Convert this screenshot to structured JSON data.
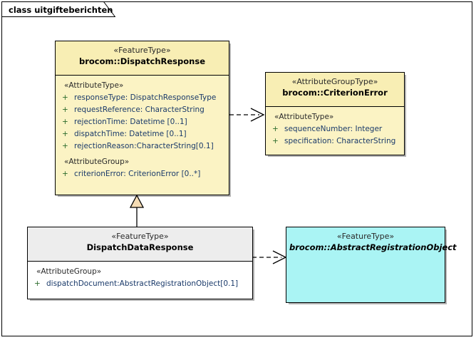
{
  "diagram": {
    "title": "class uitgifteberichten",
    "background": "#ffffff",
    "frame_border_color": "#000000"
  },
  "classes": [
    {
      "id": "dispatch-response",
      "stereotype": "«FeatureType»",
      "name": "brocom::DispatchResponse",
      "abstract": false,
      "fill": "#fbf3c4",
      "compartments": [
        {
          "group": "«AttributeType»",
          "attributes": [
            {
              "visibility": "+",
              "text": "responseType: DispatchResponseType"
            },
            {
              "visibility": "+",
              "text": "requestReference: CharacterString"
            },
            {
              "visibility": "+",
              "text": "rejectionTime: Datetime [0..1]"
            },
            {
              "visibility": "+",
              "text": "dispatchTime: Datetime [0..1]"
            },
            {
              "visibility": "+",
              "text": "rejectionReason:CharacterString[0.1]"
            }
          ]
        },
        {
          "group": "«AttributeGroup»",
          "attributes": [
            {
              "visibility": "+",
              "text": "criterionError: CriterionError [0..*]"
            }
          ]
        }
      ]
    },
    {
      "id": "criterion-error",
      "stereotype": "«AttributeGroupType»",
      "name": "brocom::CriterionError",
      "abstract": false,
      "fill": "#fbf3c4",
      "compartments": [
        {
          "group": "«AttributeType»",
          "attributes": [
            {
              "visibility": "+",
              "text": "sequenceNumber: Integer"
            },
            {
              "visibility": "+",
              "text": "specification: CharacterString"
            }
          ]
        }
      ]
    },
    {
      "id": "dispatch-data-response",
      "stereotype": "«FeatureType»",
      "name": "DispatchDataResponse",
      "abstract": false,
      "fill": "#ffffff",
      "compartments": [
        {
          "group": "«AttributeGroup»",
          "attributes": [
            {
              "visibility": "+",
              "text": "dispatchDocument:AbstractRegistrationObject[0.1]"
            }
          ]
        }
      ]
    },
    {
      "id": "abstract-registration-object",
      "stereotype": "«FeatureType»",
      "name": "brocom::AbstractRegistrationObject",
      "abstract": true,
      "fill": "#aaf4f4",
      "compartments": []
    }
  ],
  "connectors": [
    {
      "id": "dependency-dispatchresponse-criterionerror",
      "type": "dependency",
      "style": "dashed-open-arrow",
      "from": "dispatch-response",
      "to": "criterion-error"
    },
    {
      "id": "generalization-dispatchdataresponse-dispatchresponse",
      "type": "generalization",
      "style": "solid-hollow-triangle",
      "from": "dispatch-data-response",
      "to": "dispatch-response"
    },
    {
      "id": "dependency-dispatchdataresponse-abstractregistrationobject",
      "type": "dependency",
      "style": "dashed-open-arrow",
      "from": "dispatch-data-response",
      "to": "abstract-registration-object"
    }
  ]
}
